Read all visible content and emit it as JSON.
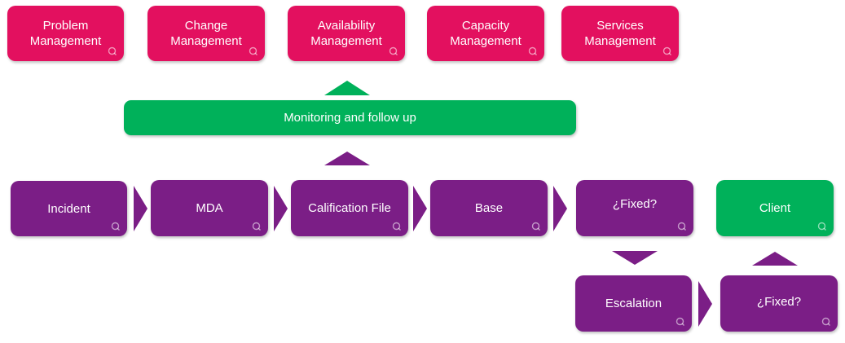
{
  "colors": {
    "management": "#e3105f",
    "process": "#7b1e86",
    "highlight": "#00b15a"
  },
  "management_boxes": [
    {
      "label": "Problem\nManagement"
    },
    {
      "label": "Change\nManagement"
    },
    {
      "label": "Availability\nManagement"
    },
    {
      "label": "Capacity\nManagement"
    },
    {
      "label": "Services\nManagement"
    }
  ],
  "monitoring": {
    "label": "Monitoring and follow up"
  },
  "process_steps": [
    {
      "label": "Incident"
    },
    {
      "label": "MDA"
    },
    {
      "label": "Calification File"
    },
    {
      "label": "Base"
    },
    {
      "label": "¿Fixed?"
    }
  ],
  "client": {
    "label": "Client"
  },
  "escalation": {
    "label": "Escalation"
  },
  "second_check": {
    "label": "¿Fixed?"
  },
  "icons": {
    "box_badge": "q-logo-icon",
    "right_arrow": "right-arrow-icon",
    "up_arrow": "up-arrow-icon",
    "down_arrow": "down-arrow-icon"
  }
}
